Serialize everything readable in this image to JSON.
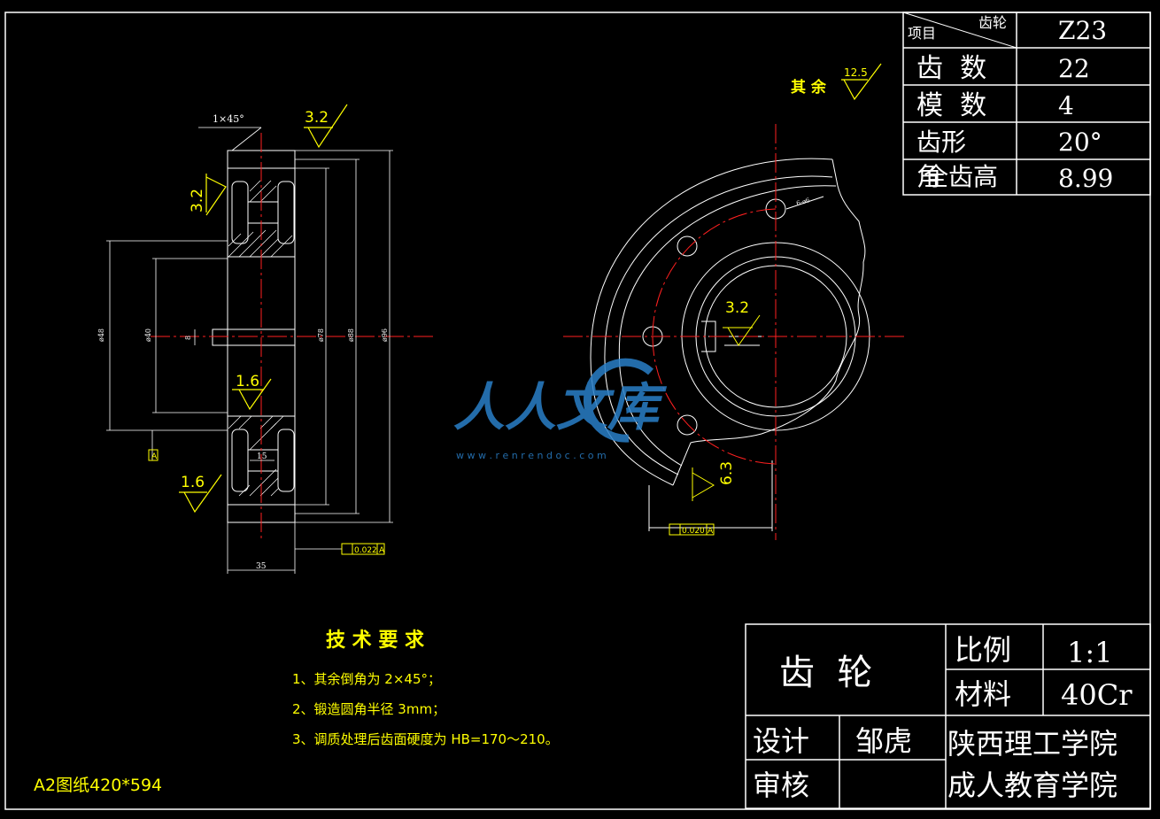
{
  "param_table": {
    "header_item": "项目",
    "header_gear": "齿轮",
    "header_code": "Z23",
    "rows": [
      {
        "label": "齿  数",
        "value": "22"
      },
      {
        "label": "模  数",
        "value": "4"
      },
      {
        "label": "齿形",
        "value": "20°"
      },
      {
        "label": "角",
        "value": ""
      },
      {
        "label": "全齿高",
        "value": "8.99"
      }
    ]
  },
  "roughness": {
    "other_label": "其 余",
    "other_value": "12.5",
    "r1": "3.2",
    "r2": "3.2",
    "r3": "1.6",
    "r4": "1.6",
    "r5": "3.2",
    "r6": "6.3"
  },
  "dims": {
    "chamfer": "1×45°",
    "d48": "ø48",
    "d40": "ø40",
    "d8": "8",
    "d78": "ø78",
    "d88": "ø88",
    "d96": "ø96",
    "w35": "35",
    "w15": "15",
    "datum": "A",
    "tol_runout": "0.022",
    "tol_sym": "0.020",
    "hole": "6-ø6"
  },
  "tech": {
    "title": "技 术 要 求",
    "items": [
      "1、其余倒角为 2×45°；",
      "2、锻造圆角半径 3mm；",
      "3、调质处理后齿面硬度为 HB=170～210。"
    ]
  },
  "paper": "A2图纸420*594",
  "title_block": {
    "part_name": "齿  轮",
    "scale_label": "比例",
    "scale_value": "1:1",
    "material_label": "材料",
    "material_value": "40Cr",
    "design_label": "设计",
    "designer": "邹虎",
    "review_label": "审核",
    "reviewer": "",
    "school1": "陕西理工学院",
    "school2": "成人教育学院"
  },
  "watermark": {
    "text": "人人文库",
    "url": "w w w . r e n r e n d o c . c o m"
  }
}
